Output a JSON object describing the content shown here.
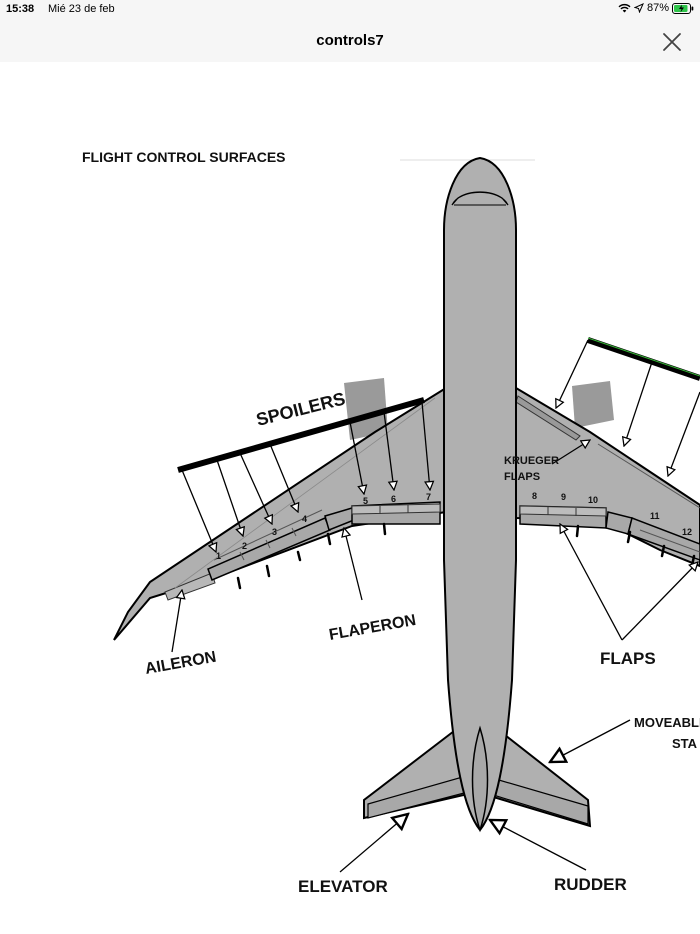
{
  "status_bar": {
    "time": "15:38",
    "date": "Mié 23 de feb",
    "battery": "87%",
    "icons": [
      "wifi-icon",
      "location-arrow-icon",
      "battery-charging-icon"
    ]
  },
  "nav": {
    "title": "controls7",
    "close_icon": "close-icon"
  },
  "diagram": {
    "heading": "FLIGHT CONTROL SURFACES",
    "labels": {
      "spoilers": "SPOILERS",
      "aileron": "AILERON",
      "flaperon": "FLAPERON",
      "krueger_line1": "KRUEGER",
      "krueger_line2": "FLAPS",
      "flaps": "FLAPS",
      "moveable_line1": "MOVEABLI",
      "moveable_line2": "STA",
      "elevator": "ELEVATOR",
      "rudder": "RUDDER"
    },
    "spoiler_numbers": [
      "1",
      "2",
      "3",
      "4",
      "5",
      "6",
      "7",
      "8",
      "9",
      "10",
      "11",
      "12"
    ]
  }
}
